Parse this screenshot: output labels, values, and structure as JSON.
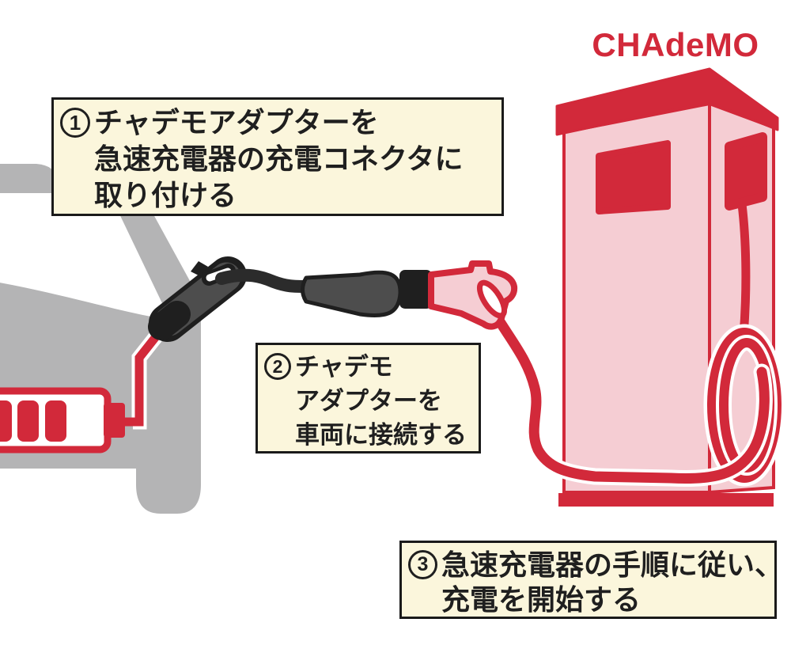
{
  "title": "CHAdeMO",
  "steps": [
    {
      "num": "1",
      "lines": [
        "チャデモアダプターを",
        "急速充電器の充電コネクタに",
        "取り付ける"
      ]
    },
    {
      "num": "2",
      "lines": [
        "チャデモ",
        "アダプターを",
        "車両に接続する"
      ]
    },
    {
      "num": "3",
      "lines": [
        "急速充電器の手順に従い、",
        "充電を開始する"
      ]
    }
  ],
  "colors": {
    "accent_red": "#d2293a",
    "light_pink": "#f5cdd3",
    "car_gray": "#b4b4b5",
    "connector_gray": "#4d4d4d",
    "cable_black": "#2b2b2b",
    "box_cream": "#fbf6dc",
    "text_ink": "#1f1f1f"
  },
  "icons": {
    "car": "car-silhouette-icon",
    "battery": "battery-gauge-icon",
    "vehicle_plug": "vehicle-connector-icon",
    "adapter": "chademo-adapter-icon",
    "charger_gun": "charger-gun-icon",
    "station": "fast-charger-station-icon",
    "cable": "charging-cable"
  }
}
